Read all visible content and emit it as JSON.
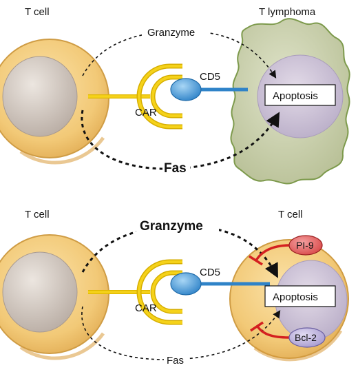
{
  "top_panel": {
    "left_cell_label": "T cell",
    "right_cell_label": "T lymphoma",
    "granzyme_label": "Granzyme",
    "fas_label": "Fas",
    "car_label": "CAR",
    "cd5_label": "CD5",
    "apoptosis_label": "Apoptosis"
  },
  "bottom_panel": {
    "left_cell_label": "T cell",
    "right_cell_label": "T cell",
    "granzyme_label": "Granzyme",
    "fas_label": "Fas",
    "car_label": "CAR",
    "cd5_label": "CD5",
    "apoptosis_label": "Apoptosis",
    "inhibitor_1_label": "PI-9",
    "inhibitor_2_label": "Bcl-2"
  },
  "colors": {
    "cell_fill": "#f2c977",
    "cell_edge": "#d9a84a",
    "nucleus": "#c9beb6",
    "lymphoma_fill": "#c9cfae",
    "lymphoma_edge": "#7d9a4c",
    "car_yellow": "#f5d21a",
    "cd5_blue": "#3b93d6",
    "inhibit_red": "#d42020",
    "pi9_fill": "#e8686a",
    "bcl2_fill": "#c3b8e0"
  }
}
